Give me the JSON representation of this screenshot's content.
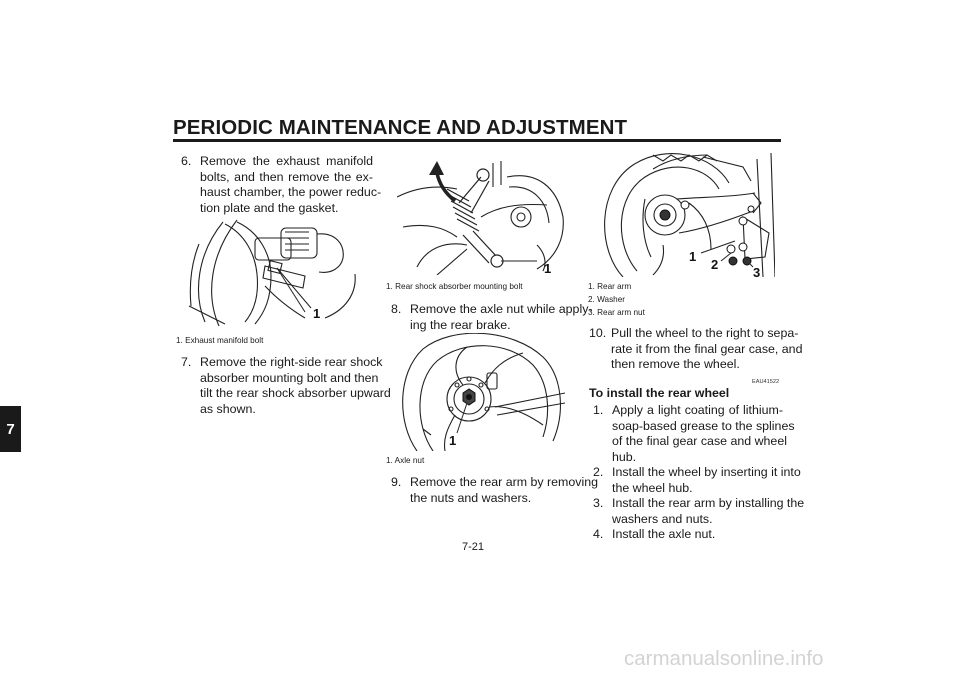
{
  "header": {
    "title": "PERIODIC MAINTENANCE AND ADJUSTMENT"
  },
  "section_tab": "7",
  "page_number": "7-21",
  "watermark": "carmanualsonline.info",
  "step6": {
    "number": "6.",
    "lines": [
      "Remove the exhaust manifold",
      "bolts, and then remove the ex-",
      "haust chamber, the power reduc-",
      "tion plate and the gasket."
    ]
  },
  "fig1": {
    "callout": "1",
    "captions": [
      "1.  Exhaust manifold bolt"
    ]
  },
  "step7": {
    "number": "7.",
    "lines": [
      "Remove the right-side rear shock",
      "absorber mounting bolt and then",
      "tilt the rear shock absorber upward",
      "as shown."
    ]
  },
  "fig2": {
    "callout": "1",
    "captions": [
      "1.  Rear shock absorber mounting bolt"
    ]
  },
  "step8": {
    "number": "8.",
    "lines": [
      "Remove the axle nut while apply-",
      "ing the rear brake."
    ]
  },
  "fig3": {
    "callout": "1",
    "captions": [
      "1.  Axle nut"
    ]
  },
  "step9": {
    "number": "9.",
    "lines": [
      "Remove the rear arm by removing",
      "the nuts and washers."
    ]
  },
  "fig4": {
    "callouts": [
      "1",
      "2",
      "3"
    ],
    "captions": [
      "1.  Rear arm",
      "2.  Washer",
      "3.  Rear arm nut"
    ]
  },
  "step10": {
    "number": "10.",
    "lines": [
      "Pull the wheel to the right to sepa-",
      "rate it from the final gear case, and",
      "then remove the wheel."
    ]
  },
  "install": {
    "code": "EAU41522",
    "heading": "To install the rear wheel",
    "steps": [
      {
        "number": "1.",
        "lines": [
          "Apply a light coating of lithium-",
          "soap-based grease to the splines",
          "of the final gear case and wheel",
          "hub."
        ]
      },
      {
        "number": "2.",
        "lines": [
          "Install the wheel by inserting it into",
          "the wheel hub."
        ]
      },
      {
        "number": "3.",
        "lines": [
          "Install the rear arm by installing the",
          "washers and nuts."
        ]
      },
      {
        "number": "4.",
        "lines": [
          "Install the axle nut."
        ]
      }
    ]
  }
}
